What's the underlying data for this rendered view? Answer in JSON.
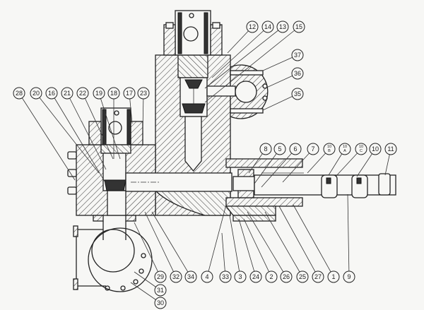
{
  "diagram": {
    "type": "sectional assembly drawing (pump fluid end)",
    "callouts": {
      "c12": "12",
      "c14": "14",
      "c13": "13",
      "c15": "15",
      "c37": "37",
      "c36": "36",
      "c35": "35",
      "c28": "28",
      "c20": "20",
      "c16": "16",
      "c21": "21",
      "c22": "22",
      "c19": "19",
      "c18": "18",
      "c17": "17",
      "c23": "23",
      "c8": "8",
      "c5": "5",
      "c6": "6",
      "c7": "7",
      "c10b_top": "10",
      "c10b_sub": "B",
      "c10a_top": "10",
      "c10a_sub": "A",
      "c10c_top": "10",
      "c10c_sub": "C",
      "c10": "10",
      "c11": "11",
      "c29": "29",
      "c32": "32",
      "c34": "34",
      "c4": "4",
      "c33": "33",
      "c3": "3",
      "c24": "24",
      "c2": "2",
      "c26": "26",
      "c25": "25",
      "c27": "27",
      "c1": "1",
      "c9": "9",
      "c31": "31",
      "c30": "30"
    }
  }
}
